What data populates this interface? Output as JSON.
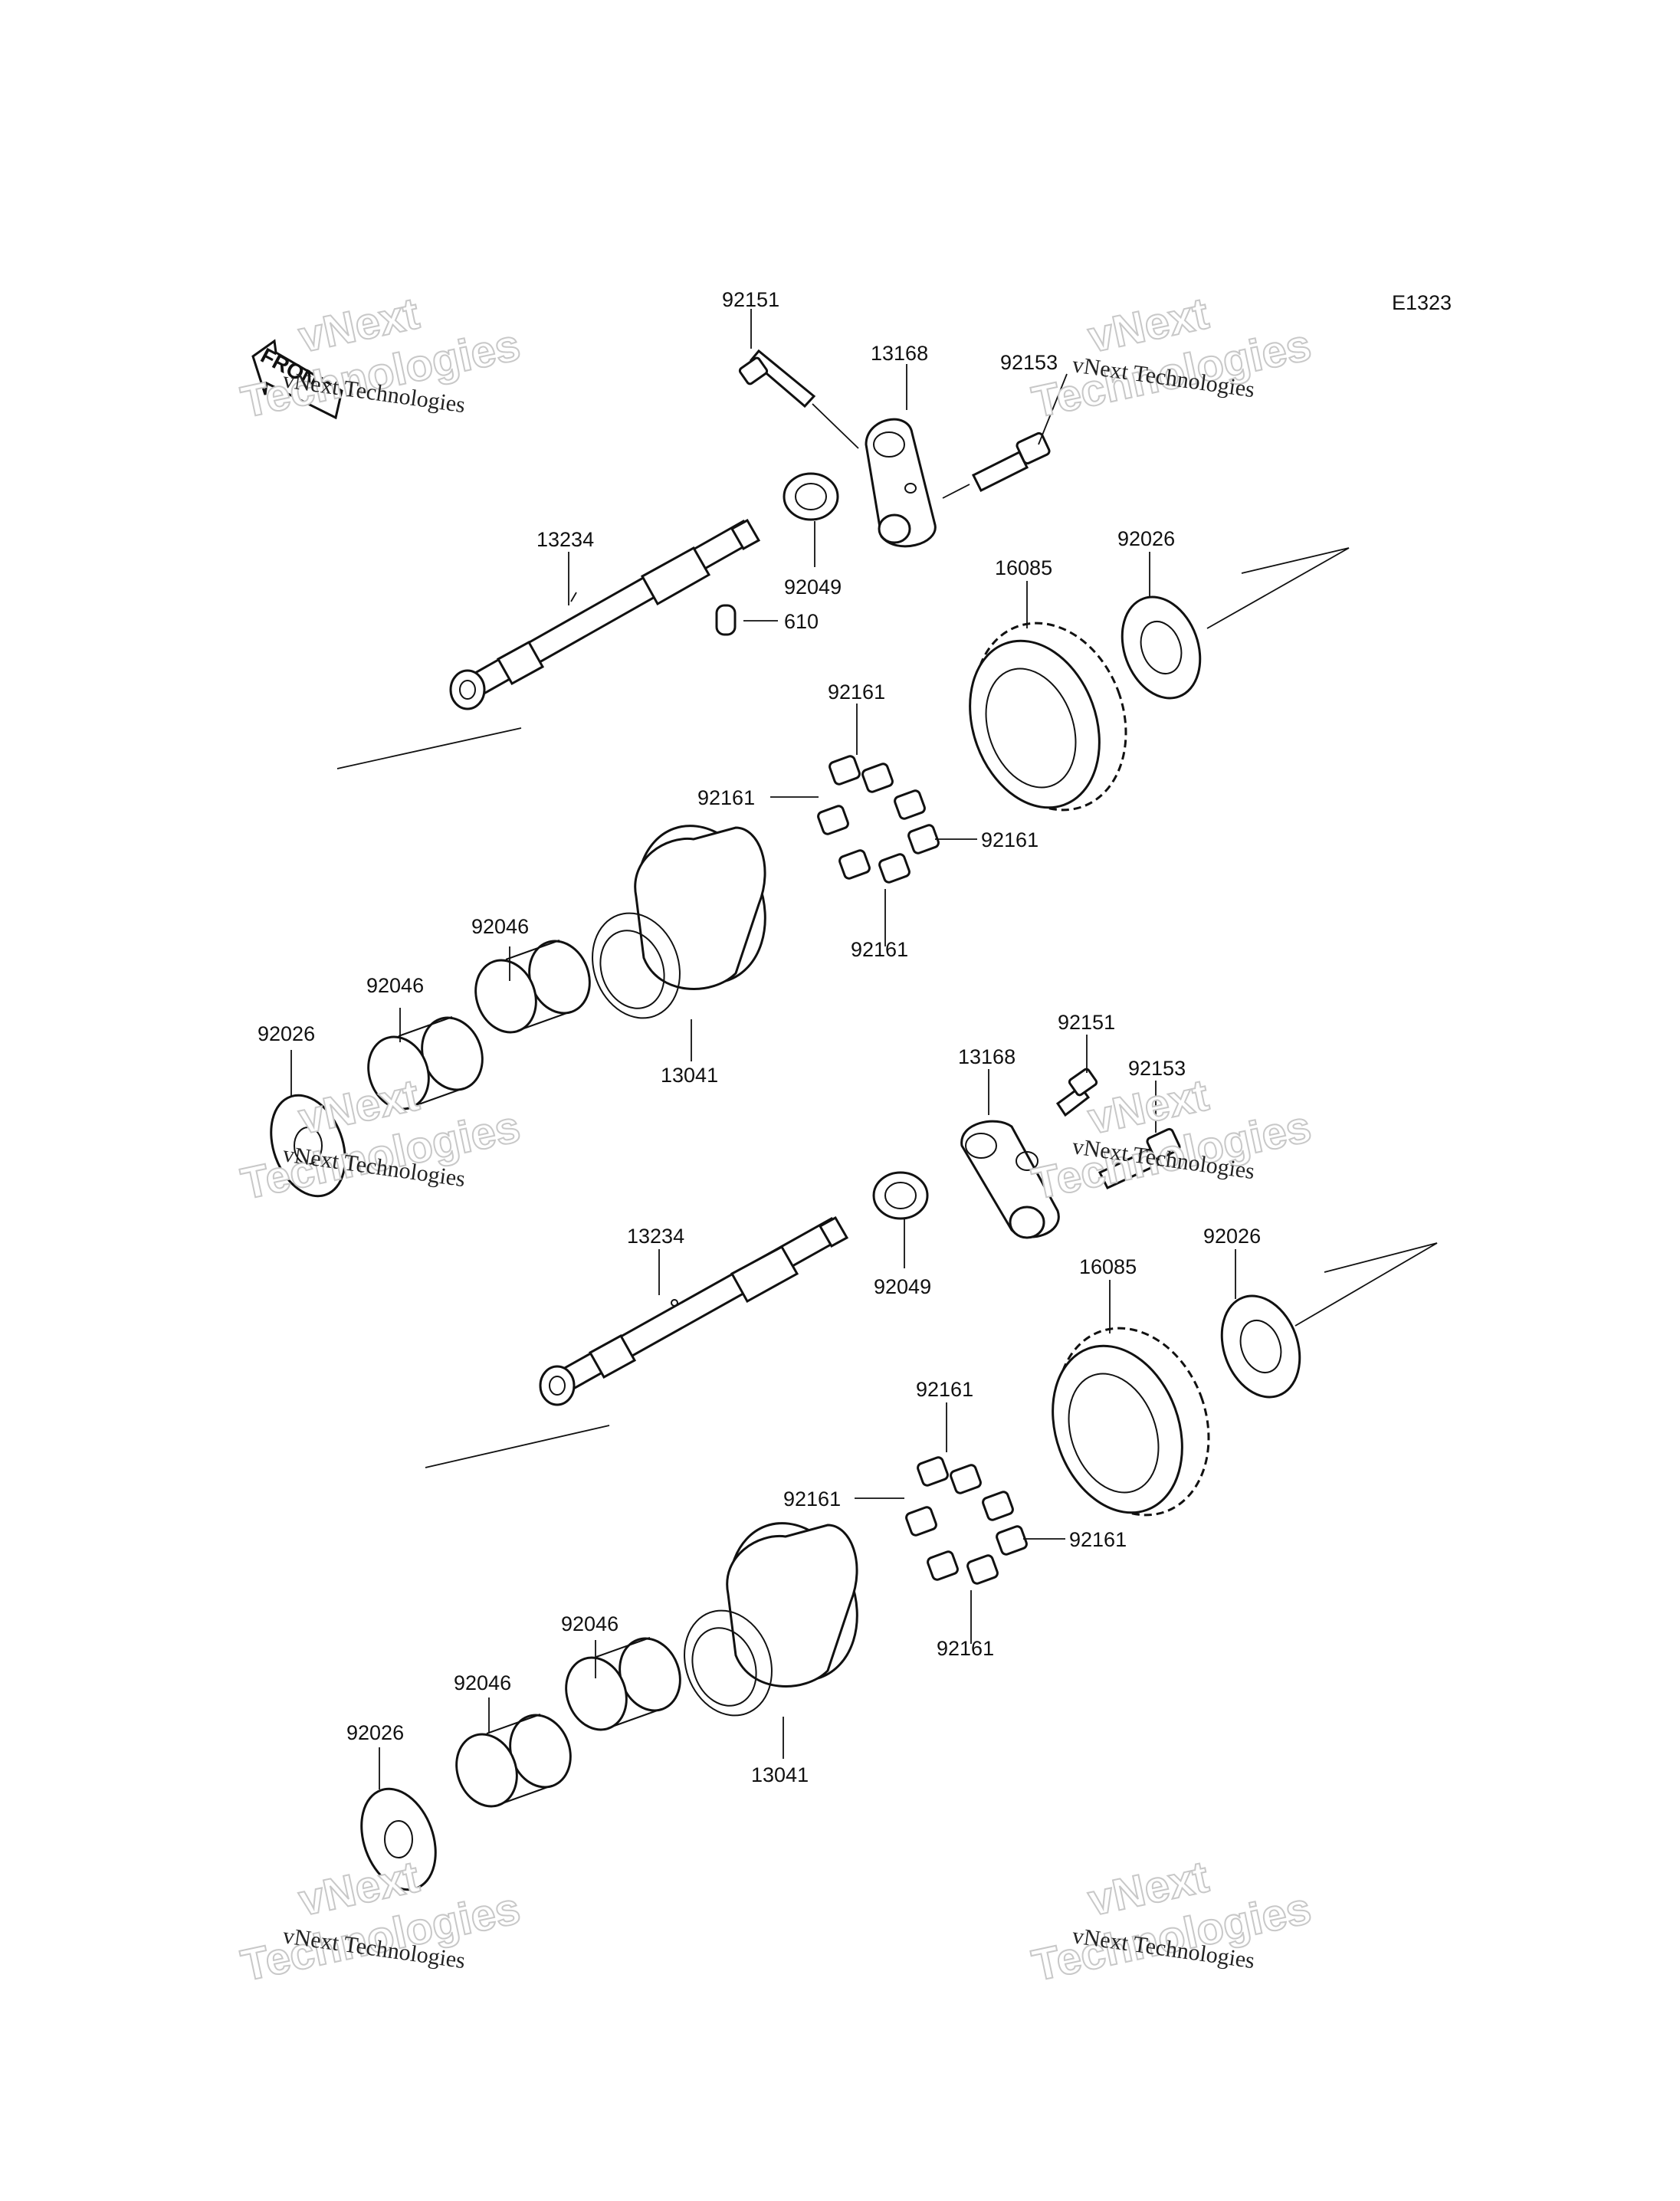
{
  "diagram": {
    "code": "E1323",
    "front_label": "FRONT",
    "watermark": {
      "line1": "vNext Technologies",
      "line2": "vNext",
      "line3": "Technologies"
    },
    "upper_group": {
      "bolt_top": "92151",
      "arm": "13168",
      "bolt_right": "92153",
      "seal": "92049",
      "shaft": "13234",
      "pin": "610",
      "gear": "16085",
      "washer_right": "92026",
      "damper_top": "92161",
      "damper_left": "92161",
      "damper_right": "92161",
      "damper_bottom": "92161",
      "hub": "13041",
      "bearing_right": "92046",
      "bearing_left": "92046",
      "washer_left": "92026"
    },
    "lower_group": {
      "bolt_top": "92151",
      "arm": "13168",
      "bolt_right": "92153",
      "seal": "92049",
      "shaft": "13234",
      "gear": "16085",
      "washer_right": "92026",
      "damper_top": "92161",
      "damper_left": "92161",
      "damper_right": "92161",
      "damper_bottom": "92161",
      "hub": "13041",
      "bearing_right": "92046",
      "bearing_left": "92046",
      "washer_left": "92026"
    }
  }
}
